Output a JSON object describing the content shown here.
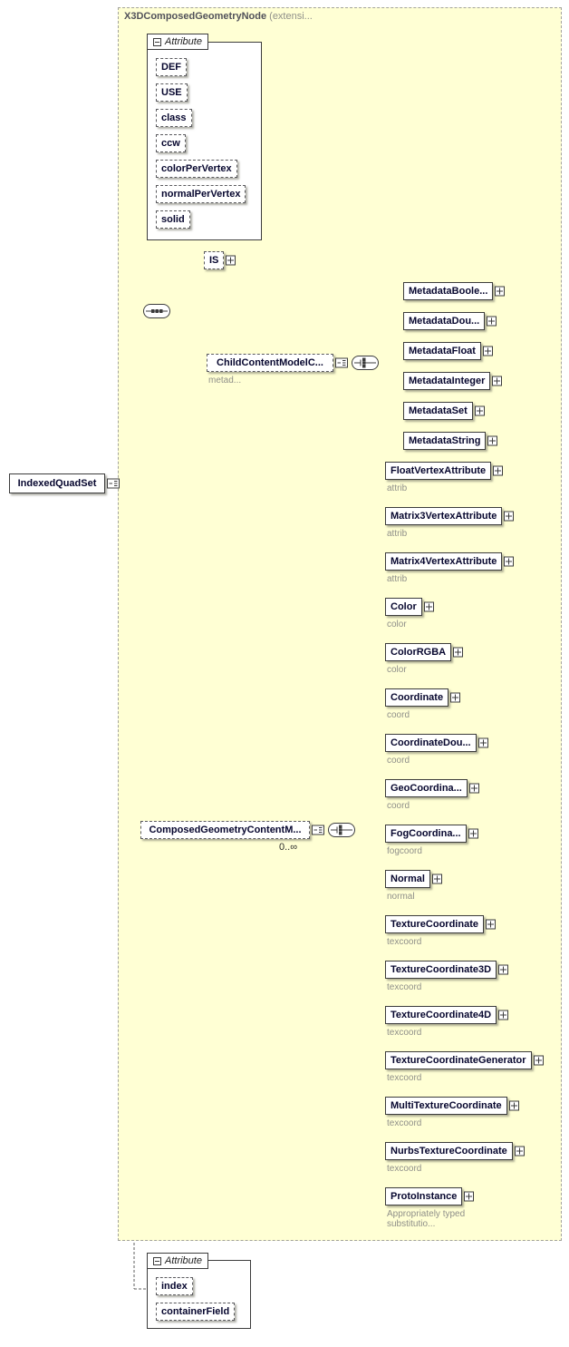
{
  "colors": {
    "base_container_fill": "#ffffd4",
    "box_fill": "#ffffff",
    "line": "#5f5f5f"
  },
  "root_element": {
    "label": "IndexedQuadSet"
  },
  "base_container": {
    "title": "X3DComposedGeometryNode",
    "title_suffix": "(extensi..."
  },
  "inherited_attributes": {
    "header": "Attribute",
    "items": [
      "DEF",
      "USE",
      "class",
      "ccw",
      "colorPerVertex",
      "normalPerVertex",
      "solid"
    ]
  },
  "is_element": {
    "label": "IS"
  },
  "child_content_model": {
    "label": "ChildContentModelC...",
    "sublabel": "metad..."
  },
  "metadata_elements": [
    {
      "label": "MetadataBoole..."
    },
    {
      "label": "MetadataDou..."
    },
    {
      "label": "MetadataFloat"
    },
    {
      "label": "MetadataInteger"
    },
    {
      "label": "MetadataSet"
    },
    {
      "label": "MetadataString"
    }
  ],
  "composed_geometry_content": {
    "label": "ComposedGeometryContentM...",
    "occurrence": "0..∞"
  },
  "geometry_elements": [
    {
      "label": "FloatVertexAttribute",
      "sublabel": "attrib"
    },
    {
      "label": "Matrix3VertexAttribute",
      "sublabel": "attrib"
    },
    {
      "label": "Matrix4VertexAttribute",
      "sublabel": "attrib"
    },
    {
      "label": "Color",
      "sublabel": "color"
    },
    {
      "label": "ColorRGBA",
      "sublabel": "color"
    },
    {
      "label": "Coordinate",
      "sublabel": "coord"
    },
    {
      "label": "CoordinateDou...",
      "sublabel": "coord"
    },
    {
      "label": "GeoCoordina...",
      "sublabel": "coord"
    },
    {
      "label": "FogCoordina...",
      "sublabel": "fogcoord"
    },
    {
      "label": "Normal",
      "sublabel": "normal"
    },
    {
      "label": "TextureCoordinate",
      "sublabel": "texcoord"
    },
    {
      "label": "TextureCoordinate3D",
      "sublabel": "texcoord"
    },
    {
      "label": "TextureCoordinate4D",
      "sublabel": "texcoord"
    },
    {
      "label": "TextureCoordinateGenerator",
      "sublabel": "texcoord"
    },
    {
      "label": "MultiTextureCoordinate",
      "sublabel": "texcoord"
    },
    {
      "label": "NurbsTextureCoordinate",
      "sublabel": "texcoord"
    },
    {
      "label": "ProtoInstance",
      "sublabel": "Appropriately typed substitutio..."
    }
  ],
  "own_attributes": {
    "header": "Attribute",
    "items": [
      "index",
      "containerField"
    ]
  }
}
